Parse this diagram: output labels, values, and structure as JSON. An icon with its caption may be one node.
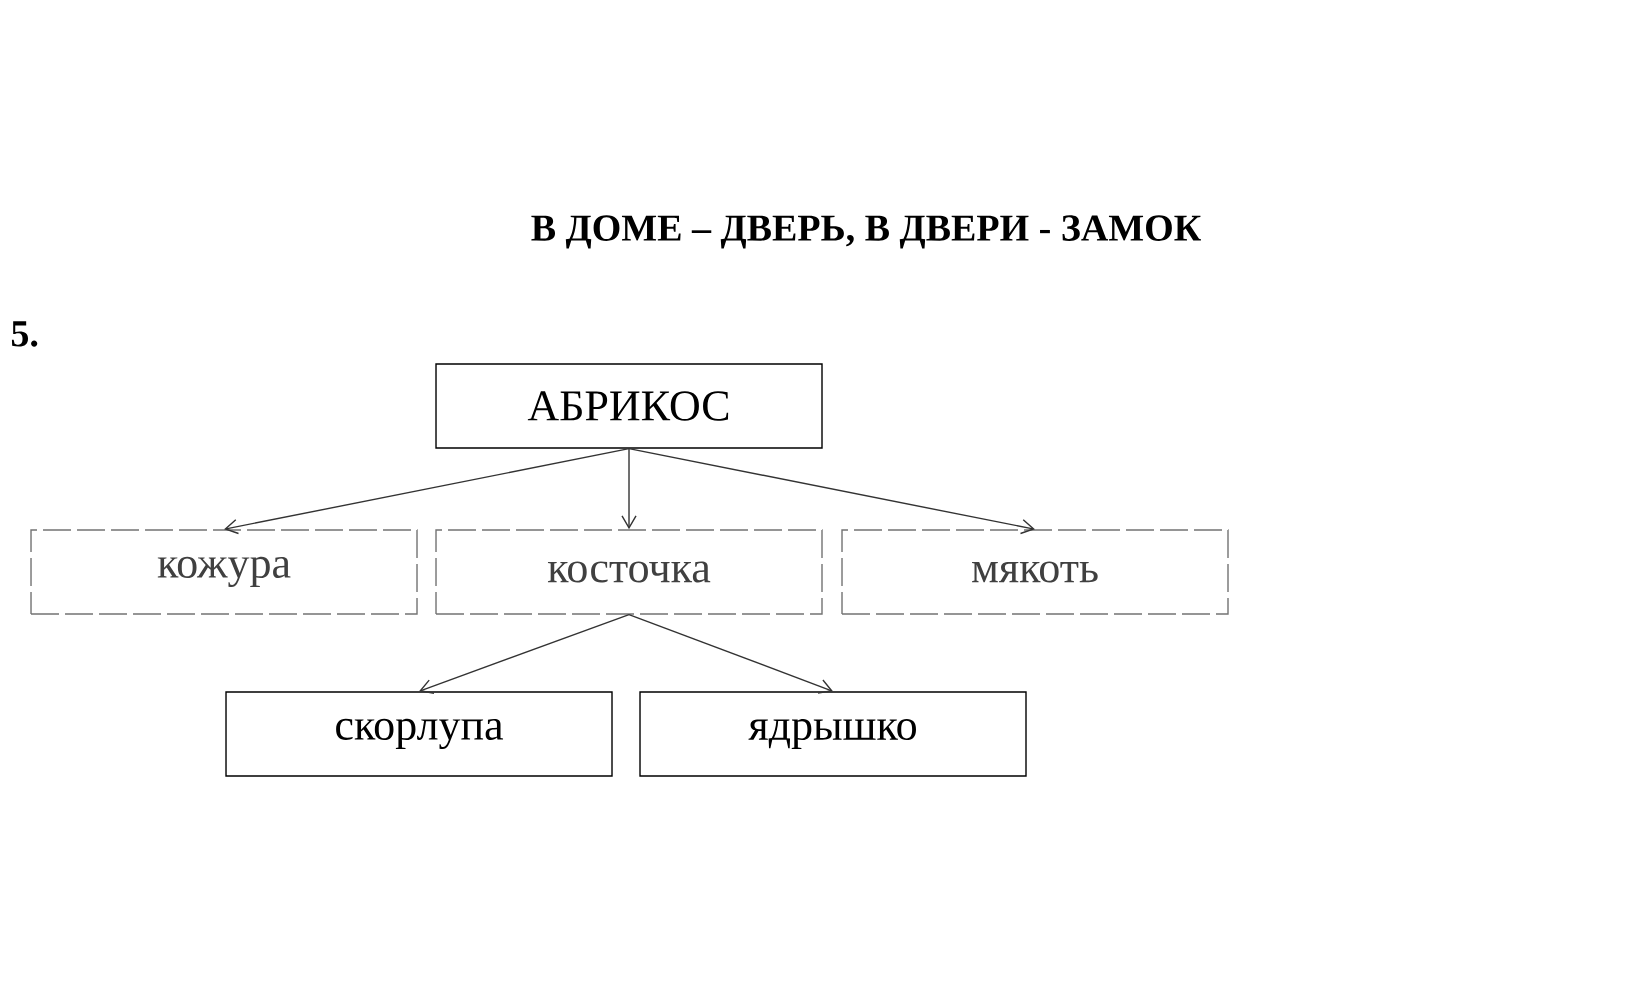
{
  "diagram": {
    "title": "В ДОМЕ – ДВЕРЬ, В ДВЕРИ - ЗАМОК",
    "nodes": [
      {
        "text": [
          "АБРИКОС"
        ]
      },
      {
        "text": [
          "кожура"
        ]
      },
      {
        "text": [
          "косточка"
        ]
      },
      {
        "text": [
          "мякоть"
        ]
      },
      {
        "text": [
          "скорлупа"
        ]
      },
      {
        "text": [
          "ядрышко"
        ]
      }
    ],
    "edges": [
      {
        "from": 0,
        "to": 1,
        "arrow": "to"
      },
      {
        "from": 0,
        "to": 2,
        "arrow": "to"
      },
      {
        "from": 0,
        "to": 3,
        "arrow": "to"
      },
      {
        "from": 2,
        "to": 4,
        "arrow": "to"
      },
      {
        "from": 2,
        "to": 5,
        "arrow": "to"
      }
    ],
    "labels": [
      "5."
    ]
  }
}
